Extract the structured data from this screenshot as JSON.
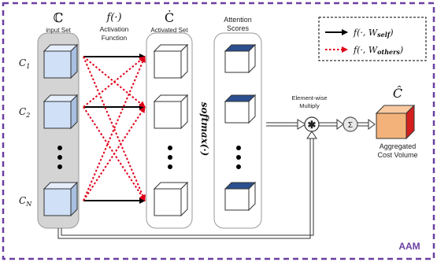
{
  "diagram": {
    "panel_label": "AAM",
    "input_set": {
      "symbol": "ℂ",
      "caption": "input Set"
    },
    "activation": {
      "symbol": "f(·)",
      "caption_line1": "Activation",
      "caption_line2": "Function"
    },
    "activated_set": {
      "symbol": "Ċ",
      "caption": "Activated Set"
    },
    "attention": {
      "line1": "Attention",
      "line2": "Scores"
    },
    "softmax_label": "softmax(·)",
    "multiply": {
      "line1": "Element-wise",
      "line2": "Multiply",
      "symbol": "✱"
    },
    "sum_symbol": "Σ",
    "output": {
      "symbol": "Ĉ",
      "line1": "Aggregated",
      "line2": "Cost Volume"
    },
    "row_labels": {
      "first": "C",
      "first_sub": "1",
      "second": "C",
      "second_sub": "2",
      "last": "C",
      "last_sub": "N"
    },
    "legend": {
      "self": "f(·, W",
      "self_sub": "self",
      "others": "f(·, W",
      "others_sub": "others",
      "close": ")"
    },
    "colors": {
      "border": "#6a3fa0",
      "self_line": "#000000",
      "others_line": "#e0001a",
      "input_cube_front": "#cfe0f7",
      "activated_cube_front": "#ffffff",
      "attention_cube_top": "#2b4f8f",
      "output_front": "#f3b27a",
      "output_side": "#d51f1f"
    }
  }
}
